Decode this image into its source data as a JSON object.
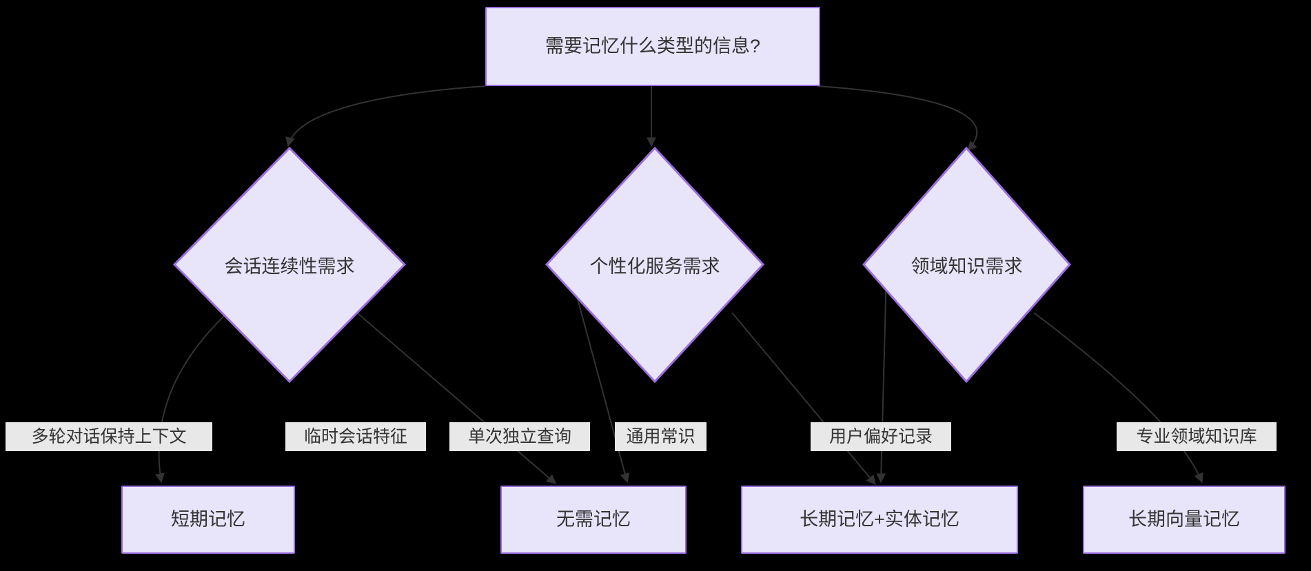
{
  "diagram": {
    "title": "需要记忆什么类型的信息?",
    "type": "flowchart",
    "direction": "top-down",
    "background_color": "#000000",
    "node_fill_color": "#e8e4fa",
    "node_border_color": "#9b6fe0",
    "edge_color": "#333333",
    "label_background_color": "#e8e8e8",
    "text_color": "#333333"
  },
  "nodes": {
    "root": {
      "id": "A",
      "shape": "rect",
      "label": "需要记忆什么类型的信息?"
    },
    "decisions": [
      {
        "id": "B",
        "shape": "diamond",
        "label": "会话连续性需求"
      },
      {
        "id": "C",
        "shape": "diamond",
        "label": "个性化服务需求"
      },
      {
        "id": "D",
        "shape": "diamond",
        "label": "领域知识需求"
      }
    ],
    "terminals": [
      {
        "id": "E",
        "shape": "rect",
        "label": "短期记忆"
      },
      {
        "id": "F",
        "shape": "rect",
        "label": "无需记忆"
      },
      {
        "id": "G",
        "shape": "rect",
        "label": "长期记忆+实体记忆"
      },
      {
        "id": "H",
        "shape": "rect",
        "label": "长期向量记忆"
      }
    ]
  },
  "edges": [
    {
      "from": "A",
      "to": "B",
      "label": ""
    },
    {
      "from": "A",
      "to": "C",
      "label": ""
    },
    {
      "from": "A",
      "to": "D",
      "label": ""
    },
    {
      "from": "B",
      "to": "E",
      "label": "多轮对话保持上下文"
    },
    {
      "from": "B",
      "to": "F",
      "label": "临时会话特征"
    },
    {
      "from": "C",
      "to": "F",
      "label": "单次独立查询"
    },
    {
      "from": "C",
      "to": "G",
      "label": "通用常识"
    },
    {
      "from": "D",
      "to": "G",
      "label": "用户偏好记录"
    },
    {
      "from": "D",
      "to": "H",
      "label": "专业领域知识库"
    }
  ],
  "edge_labels": {
    "multi_turn_context": "多轮对话保持上下文",
    "temp_session_feature": "临时会话特征",
    "single_query": "单次独立查询",
    "general_knowledge": "通用常识",
    "user_preference": "用户偏好记录",
    "domain_knowledge_base": "专业领域知识库"
  }
}
